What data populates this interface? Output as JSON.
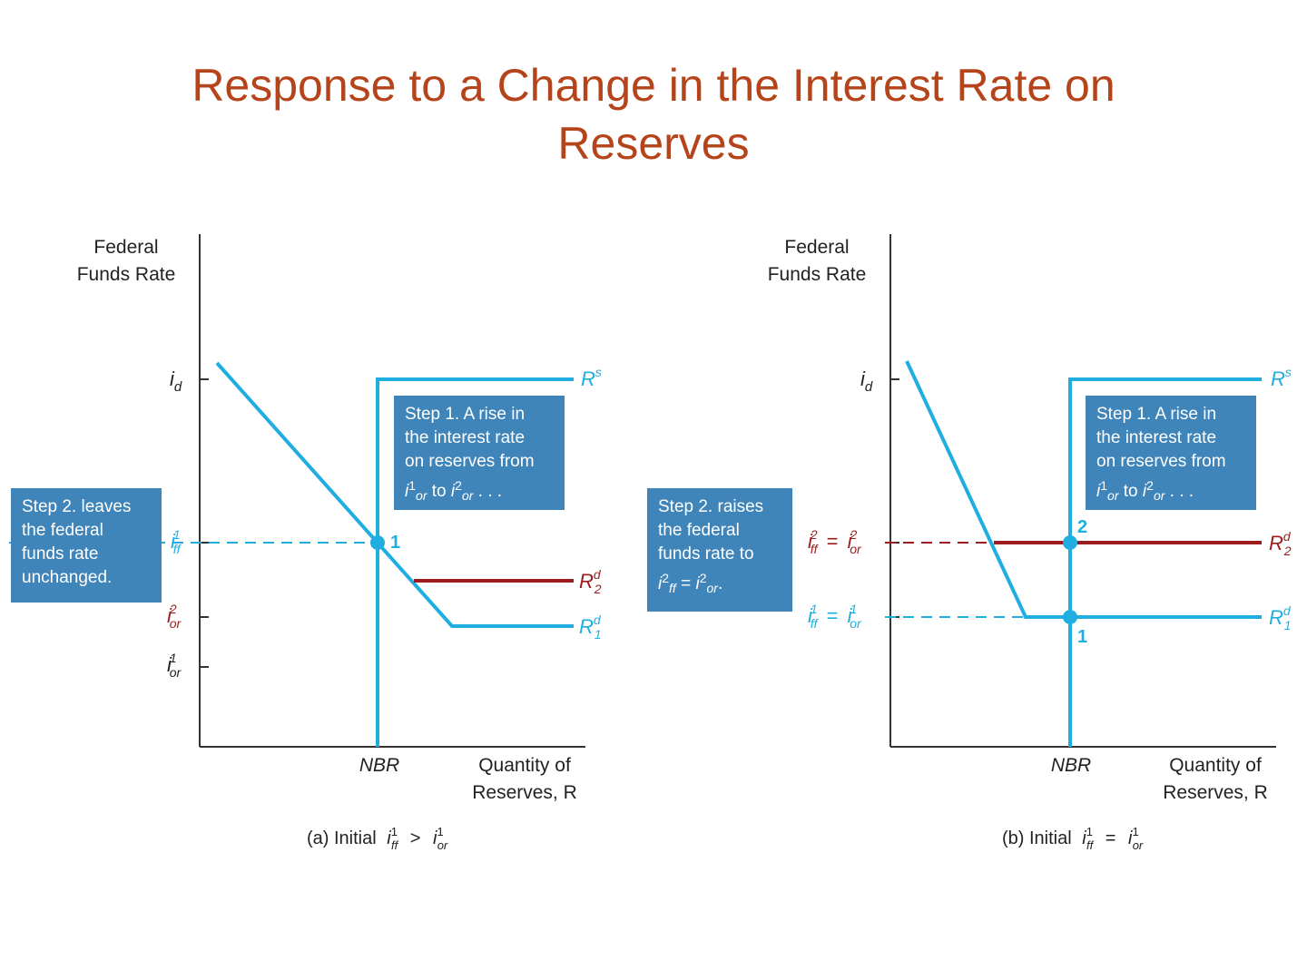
{
  "title": {
    "line1": "Response to a Change in the Interest Rate on",
    "line2": "Reserves"
  },
  "colors": {
    "title": "#b5441a",
    "supply_demand_blue": "#20aee0",
    "demand_red": "#9b1b1e",
    "step_box": "#3f85b9",
    "axis": "#333333"
  },
  "panel_a": {
    "yaxis_label_1": "Federal",
    "yaxis_label_2": "Funds Rate",
    "xaxis_label_1": "Quantity of",
    "xaxis_label_2": "Reserves, R",
    "nbr": "NBR",
    "tick_id": "i",
    "tick_id_sub": "d",
    "tick_iff1": "i",
    "tick_iff1_sup": "1",
    "tick_iff1_sub": "ff",
    "tick_ior2": "i",
    "tick_ior2_sup": "2",
    "tick_ior2_sub": "or",
    "tick_ior1": "i",
    "tick_ior1_sup": "1",
    "tick_ior1_sub": "or",
    "rs_label": "R",
    "rs_sup": "s",
    "rd2_label": "R",
    "rd2_sup": "d",
    "rd2_sub": "2",
    "rd1_label": "R",
    "rd1_sup": "d",
    "rd1_sub": "1",
    "point_1": "1",
    "step1_l1": "Step 1. A rise in",
    "step1_l2": "the interest rate",
    "step1_l3": "on reserves from",
    "step1_l4_to": "to",
    "step1_l4_end": ". . .",
    "step2_l1": "Step 2. leaves",
    "step2_l2": "the federal",
    "step2_l3": "funds rate",
    "step2_l4": "unchanged.",
    "caption_prefix": "(a) Initial",
    "caption_op": ">"
  },
  "panel_b": {
    "yaxis_label_1": "Federal",
    "yaxis_label_2": "Funds Rate",
    "xaxis_label_1": "Quantity of",
    "xaxis_label_2": "Reserves, R",
    "nbr": "NBR",
    "tick_id": "i",
    "tick_id_sub": "d",
    "tick_eq": "=",
    "rs_label": "R",
    "rs_sup": "s",
    "rd2_label": "R",
    "rd2_sup": "d",
    "rd2_sub": "2",
    "rd1_label": "R",
    "rd1_sup": "d",
    "rd1_sub": "1",
    "point_1": "1",
    "point_2": "2",
    "step1_l1": "Step 1. A rise in",
    "step1_l2": "the interest rate",
    "step1_l3": "on reserves from",
    "step1_l4_to": "to",
    "step1_l4_end": ". . .",
    "step2_l1": "Step 2. raises",
    "step2_l2": "the federal",
    "step2_l3": "funds rate to",
    "step2_l4_end": ".",
    "caption_prefix": "(b) Initial",
    "caption_op": "="
  },
  "symbols": {
    "i": "i",
    "ff": "ff",
    "or": "or",
    "one": "1",
    "two": "2"
  }
}
